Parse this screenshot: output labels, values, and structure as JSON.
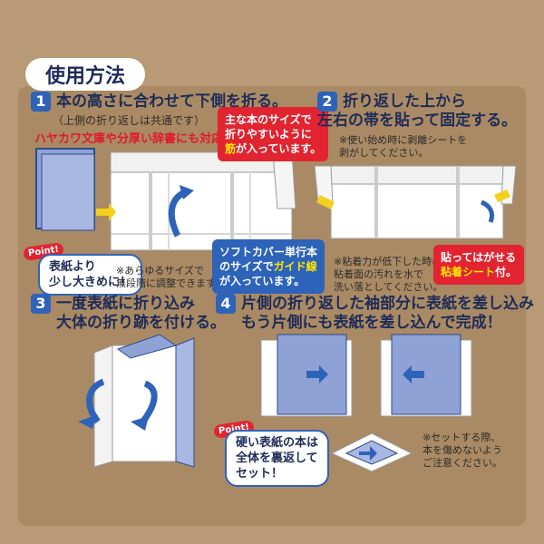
{
  "header": {
    "title": "使用方法"
  },
  "steps": [
    {
      "number": "1",
      "title": "本の高さに合わせて下側を折る。",
      "subtitle": "（上側の折り返しは共通です）",
      "red_note": "ハヤカワ文庫や分厚い辞書にも対応",
      "point_badge": "Point!",
      "point_text_line1": "表紙より",
      "point_text_line2": "少し大きめに！",
      "footnote_line1": "※あらゆるサイズで",
      "footnote_line2": "無段階に調整できます。",
      "red_callout_line1": "主な本のサイズで",
      "red_callout_line2": "折りやすいように",
      "red_callout_line3_prefix": "",
      "red_callout_line3_accent": "筋",
      "red_callout_line3_suffix": "が入っています。",
      "blue_callout_line1": "ソフトカバー単行本",
      "blue_callout_line2_prefix": "のサイズで",
      "blue_callout_line2_accent": "ガイド線",
      "blue_callout_line3": "が入っています。"
    },
    {
      "number": "2",
      "title_line1": "折り返した上から",
      "title_line2": "左右の帯を貼って固定する。",
      "note_line1": "※使い始め時に剥離シートを",
      "note_line2": "剥がしてください。",
      "footnote_line1": "※粘着力が低下した時は",
      "footnote_line2": "粘着面の汚れを水で",
      "footnote_line3": "洗い落としてください。",
      "callout_line1": "貼ってはがせる",
      "callout_line2_accent": "粘着シート",
      "callout_line2_suffix": "付。"
    },
    {
      "number": "3",
      "title_line1": "一度表紙に折り込み",
      "title_line2": "大体の折り跡を付ける。"
    },
    {
      "number": "4",
      "title_line1": "片側の折り返した袖部分に表紙を差し込み",
      "title_line2": "もう片側にも表紙を差し込んで完成！",
      "point_badge": "Point!",
      "point_text_line1": "硬い表紙の本は",
      "point_text_line2": "全体を裏返して",
      "point_text_line3": "セット！",
      "footnote_line1": "※セットする際、",
      "footnote_line2": "本を傷めないよう",
      "footnote_line3": "ご注意ください。"
    }
  ],
  "colors": {
    "background": "#b89a77",
    "panel": "#aa8a64",
    "navy": "#1d2b57",
    "blue": "#2d63b8",
    "red": "#e12430",
    "yellow": "#ffe600"
  }
}
